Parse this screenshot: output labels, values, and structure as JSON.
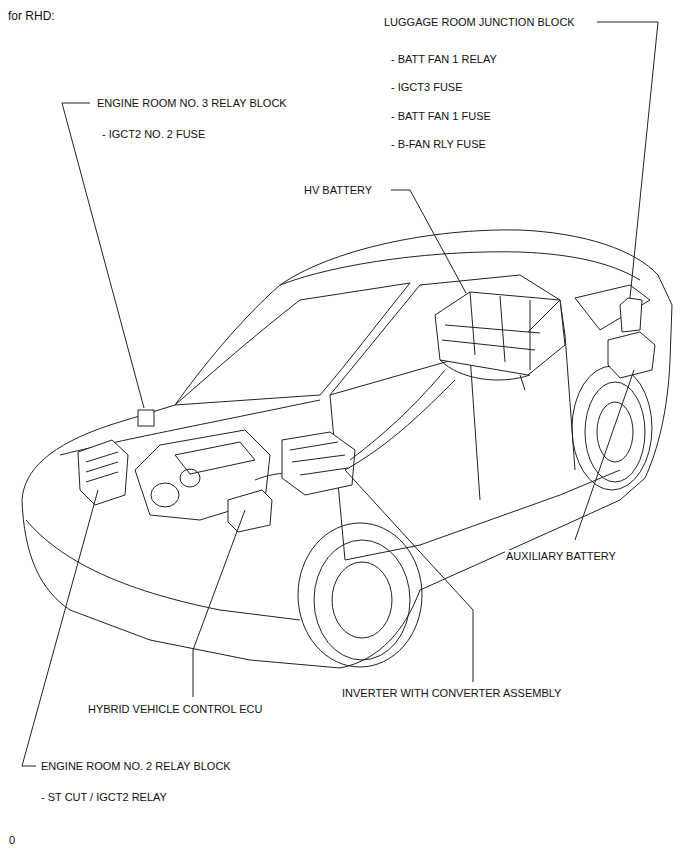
{
  "diagram": {
    "title": "for RHD:",
    "labels": [
      "LUGGAGE ROOM JUNCTION BLOCK",
      "- BATT FAN 1 RELAY",
      "- IGCT3 FUSE",
      "- BATT FAN 1 FUSE",
      "- B-FAN RLY FUSE",
      "ENGINE ROOM NO. 3 RELAY BLOCK",
      "- IGCT2 NO. 2 FUSE",
      "HV BATTERY",
      "AUXILIARY BATTERY",
      "INVERTER WITH CONVERTER ASSEMBLY",
      "HYBRID VEHICLE CONTROL ECU",
      "ENGINE ROOM NO. 2 RELAY BLOCK",
      "- ST CUT / IGCT2 RELAY",
      "0"
    ]
  }
}
